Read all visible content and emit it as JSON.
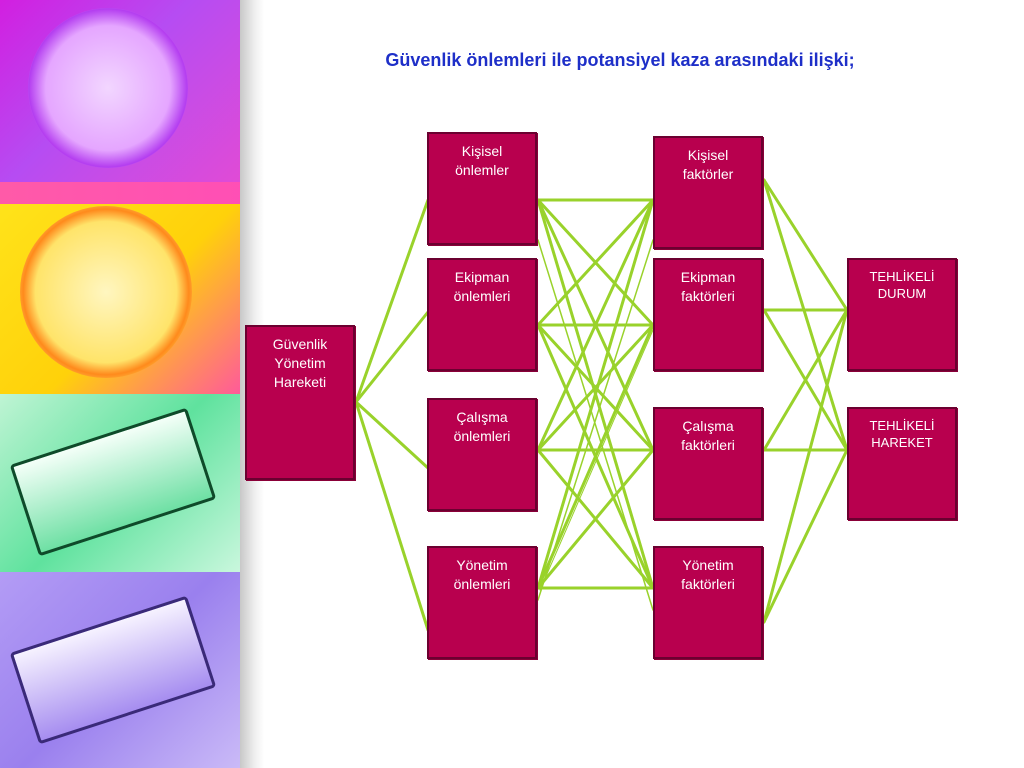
{
  "title": "Güvenlik önlemleri ile potansiyel kaza arasındaki ilişki;",
  "nodes": {
    "guvenlik": [
      "Güvenlik",
      "Yönetim",
      "Hareketi"
    ],
    "kisisel_onlem": [
      "Kişisel",
      "önlemler"
    ],
    "ekipman_onlem": [
      "Ekipman",
      "önlemleri"
    ],
    "calisma_onlem": [
      "Çalışma",
      "önlemleri"
    ],
    "yonetim_onlem": [
      "Yönetim",
      "önlemleri"
    ],
    "kisisel_faktor": [
      "Kişisel",
      "faktörler"
    ],
    "ekipman_faktor": [
      "Ekipman",
      "faktörleri"
    ],
    "calisma_faktor": [
      "Çalışma",
      "faktörleri"
    ],
    "yonetim_faktor": [
      "Yönetim",
      "faktörleri"
    ],
    "tehlikeli_durum": [
      "TEHLİKELİ",
      "DURUM"
    ],
    "tehlikeli_hareket": [
      "TEHLİKELİ",
      "HAREKET"
    ]
  },
  "colors": {
    "box": "#b8004e",
    "connector": "#99d22b",
    "title": "#1e2fc8"
  },
  "decor": {
    "strip_icons": [
      "clock-icon",
      "clock-icon",
      "books-icon",
      "books-icon"
    ]
  }
}
